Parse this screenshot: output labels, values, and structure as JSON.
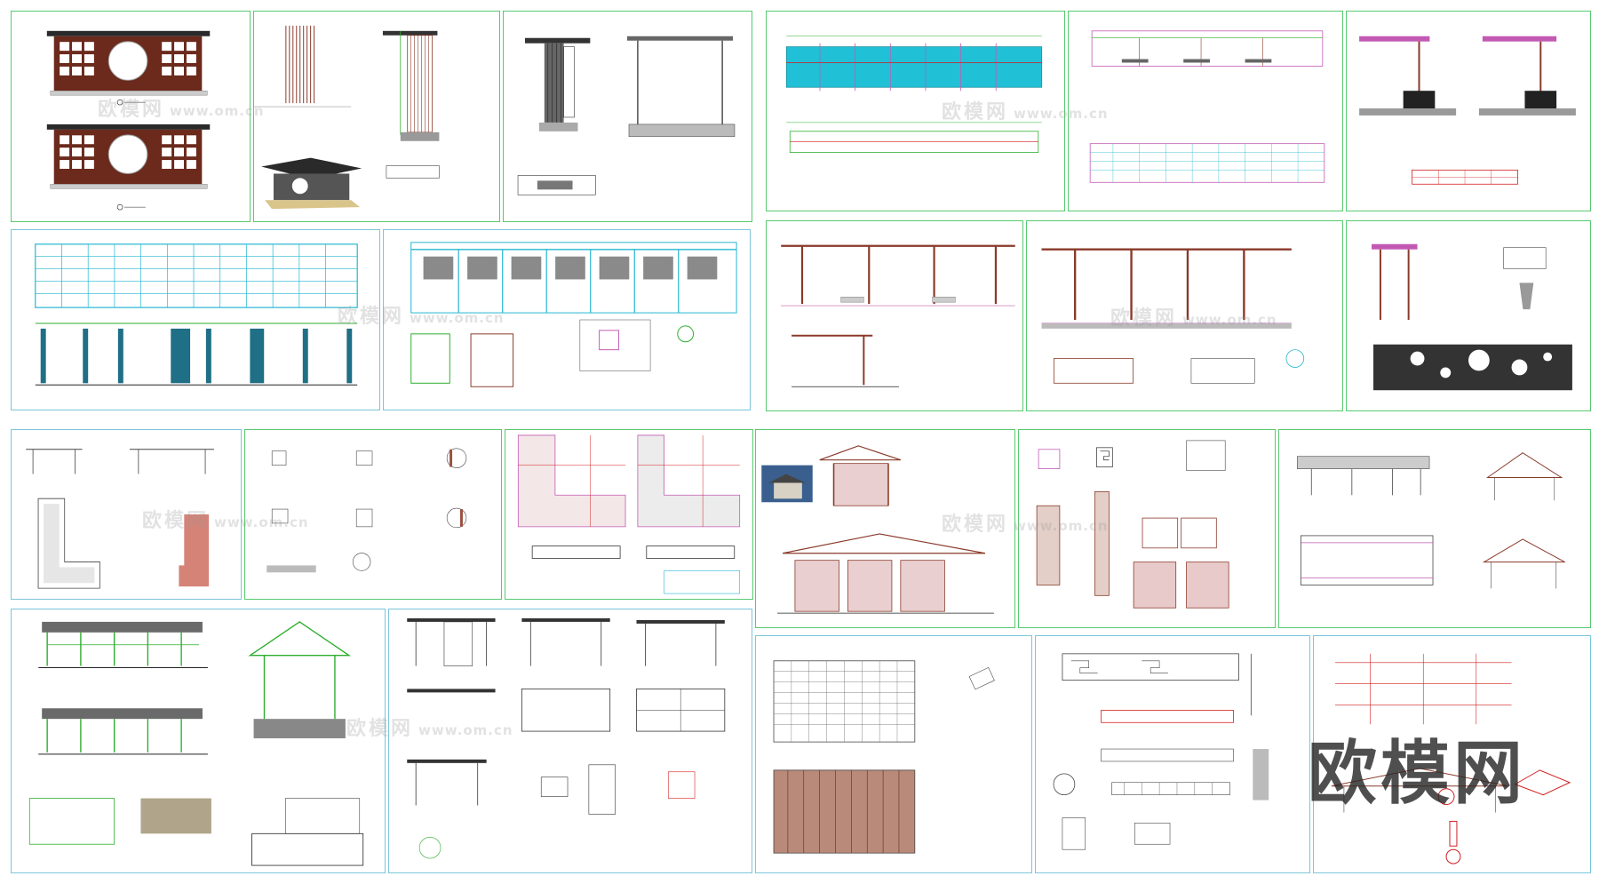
{
  "watermark": {
    "text": "欧模网",
    "domain": "www.om.cn"
  },
  "brand_logo": {
    "text": "欧模网"
  },
  "colors": {
    "frame_green": "#58c970",
    "frame_blue": "#7ac6d9",
    "line_green": "#2eae2e",
    "line_cyan": "#23b6d1",
    "wood_brown": "#8a3a2a",
    "magenta": "#c25ab4",
    "red": "#d21e1e",
    "dark": "#2a2a2a"
  }
}
